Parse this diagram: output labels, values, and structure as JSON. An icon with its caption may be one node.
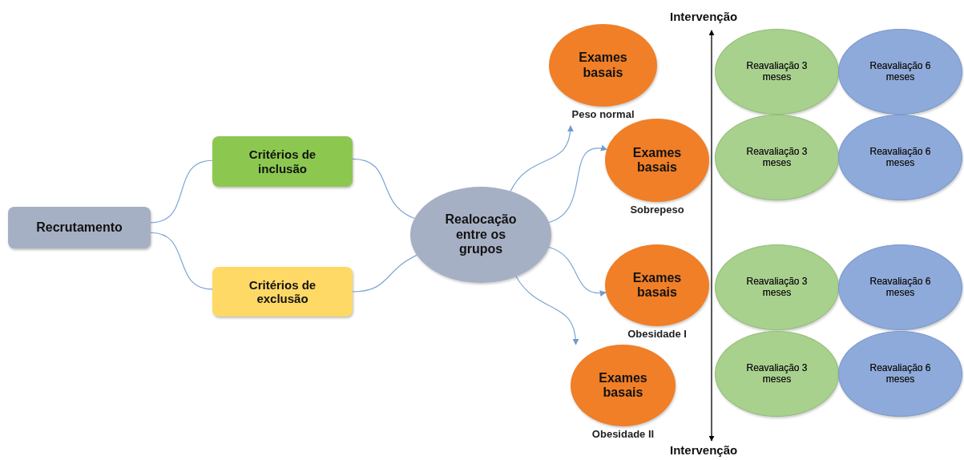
{
  "diagram": {
    "nodes": [
      {
        "text": [
          "Recrutamento"
        ]
      },
      {
        "text": [
          "Critérios de inclusão"
        ]
      },
      {
        "text": [
          "Critérios de exclusão"
        ]
      },
      {
        "text": [
          "Realocação entre os grupos"
        ]
      },
      {
        "text": [
          "Exames basais"
        ],
        "beside": [
          "Peso normal"
        ]
      },
      {
        "text": [
          "Exames basais"
        ],
        "beside": [
          "Sobrepeso"
        ]
      },
      {
        "text": [
          "Exames basais"
        ],
        "beside": [
          "Obesidade I"
        ]
      },
      {
        "text": [
          "Exames basais"
        ],
        "beside": [
          "Obesidade II"
        ]
      },
      {
        "text": [
          "Reavaliação 3 meses"
        ]
      },
      {
        "text": [
          "Reavaliação 6 meses"
        ]
      },
      {
        "text": [
          "Reavaliação 3 meses"
        ]
      },
      {
        "text": [
          "Reavaliação 6 meses"
        ]
      },
      {
        "text": [
          "Reavaliação 3 meses"
        ]
      },
      {
        "text": [
          "Reavaliação 6 meses"
        ]
      },
      {
        "text": [
          "Reavaliação 3 meses"
        ]
      },
      {
        "text": [
          "Reavaliação 6 meses"
        ]
      }
    ],
    "edges": [
      {
        "from": 0,
        "to": 1,
        "arrow": "none"
      },
      {
        "from": 0,
        "to": 2,
        "arrow": "none"
      },
      {
        "from": 1,
        "to": 3,
        "arrow": "none"
      },
      {
        "from": 2,
        "to": 3,
        "arrow": "none"
      },
      {
        "from": 3,
        "to": 4,
        "arrow": "to"
      },
      {
        "from": 3,
        "to": 5,
        "arrow": "to"
      },
      {
        "from": 3,
        "to": 6,
        "arrow": "to"
      },
      {
        "from": 3,
        "to": 7,
        "arrow": "to"
      }
    ],
    "labels": [
      "Intervenção",
      "Intervenção"
    ]
  }
}
